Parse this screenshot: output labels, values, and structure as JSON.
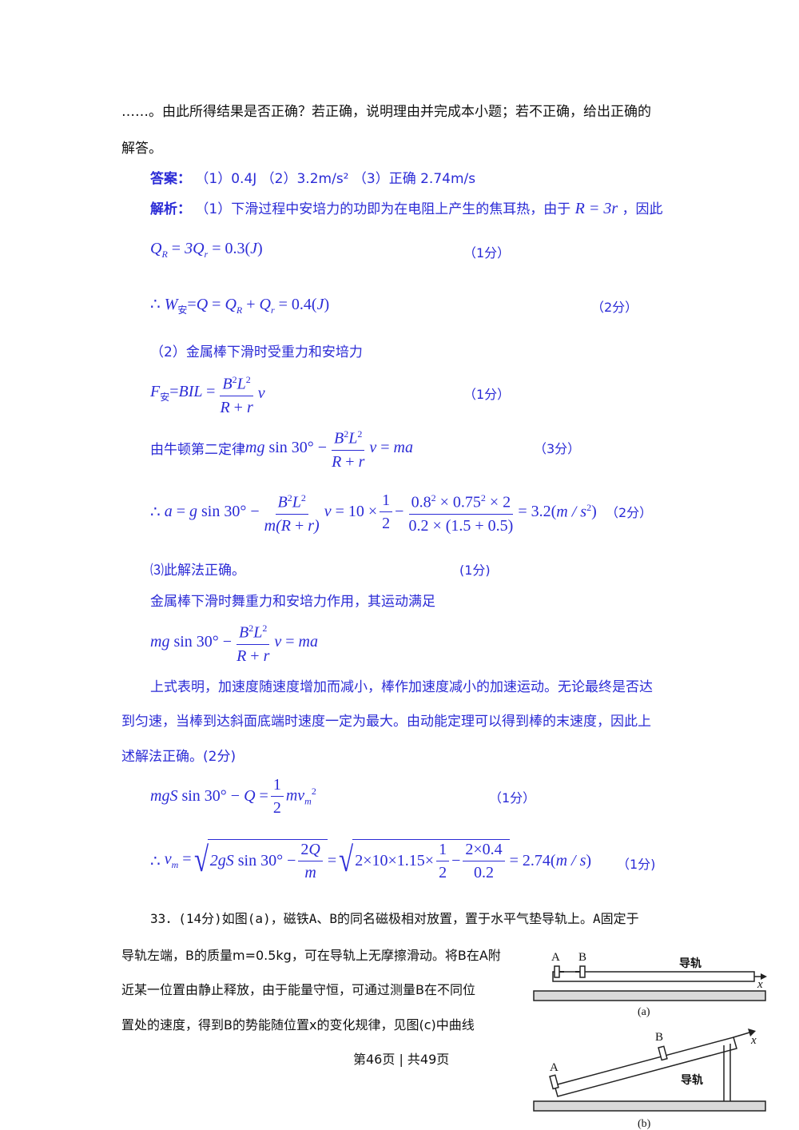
{
  "intro": {
    "line1": "……。由此所得结果是否正确？若正确，说明理由并完成本小题；若不正确，给出正确的",
    "line2": "解答。"
  },
  "answer": {
    "label": "答案：",
    "text": "（1）0.4J （2）3.2m/s² （3）正确 2.74m/s"
  },
  "analysis": {
    "label": "解析：",
    "p1_text": "（1）下滑过程中安培力的功即为在电阻上产生的焦耳热，由于",
    "p1_math": "R = 3r",
    "p1_tail": "，因此",
    "eq1": "Q_R = 3Q_r = 0.3(J)",
    "eq1_score": "（1分）",
    "eq2": "∴ W安 = Q = Q_R + Q_r = 0.4(J)",
    "eq2_score": "（2分）",
    "p2": "（2）金属棒下滑时受重力和安培力",
    "eq3_score": "（1分）",
    "eq4_prefix": "由牛顿第二定律",
    "eq4_score": "（3分）",
    "eq5_score": "（2分）",
    "p3": "⑶此解法正确。",
    "p3_score": "(1分)",
    "p4": "金属棒下滑时舞重力和安培力作用，其运动满足",
    "p5_1": "上式表明，加速度随速度增加而减小，棒作加速度减小的加速运动。无论最终是否达",
    "p5_2": "到匀速，当棒到达斜面底端时速度一定为最大。由动能定理可以得到棒的末速度，因此上",
    "p5_3": "述解法正确。(2分)",
    "eq7_score": "（1分）",
    "eq8_score": "（1分)"
  },
  "problem33": {
    "line1": "33．(14分)如图(a)，磁铁A、B的同名磁极相对放置，置于水平气垫导轨上。A固定于",
    "line2": "导轨左端，B的质量m=0.5kg，可在导轨上无摩擦滑动。将B在A附",
    "line3": "近某一位置由静止释放，由于能量守恒，可通过测量B在不同位",
    "line4": "置处的速度，得到B的势能随位置x的变化规律，见图(c)中曲线"
  },
  "figure": {
    "a_label_A": "A",
    "a_label_B": "B",
    "a_rail": "导轨",
    "a_axis": "x",
    "a_caption": "(a)",
    "b_label_A": "A",
    "b_label_B": "B",
    "b_rail": "导轨",
    "b_axis": "x",
    "b_caption": "(b)"
  },
  "footer": {
    "text": "第46页 | 共49页"
  }
}
